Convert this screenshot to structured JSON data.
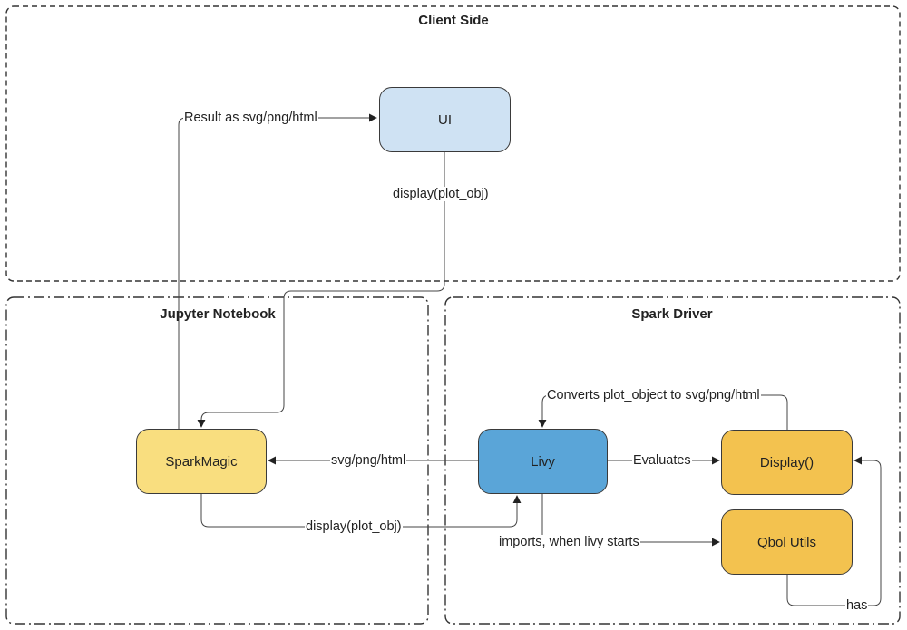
{
  "groups": {
    "client": "Client Side",
    "jupyter": "Jupyter Notebook",
    "spark": "Spark Driver"
  },
  "nodes": {
    "ui": "UI",
    "sparkmagic": "SparkMagic",
    "livy": "Livy",
    "display": "Display()",
    "qbol": "Qbol Utils"
  },
  "edges": {
    "result": "Result as svg/png/html",
    "display_ui": "display(plot_obj)",
    "svg_back": "svg/png/html",
    "display_livy": "display(plot_obj)",
    "evaluates": "Evaluates",
    "converts": "Converts plot_object to svg/png/html",
    "imports": "imports, when livy starts",
    "has": "has"
  },
  "colors": {
    "ui": "#cfe2f3",
    "sparkmagic": "#f9de7f",
    "livy": "#5aa5d8",
    "display": "#f3c24f",
    "qbol": "#f3c24f"
  }
}
